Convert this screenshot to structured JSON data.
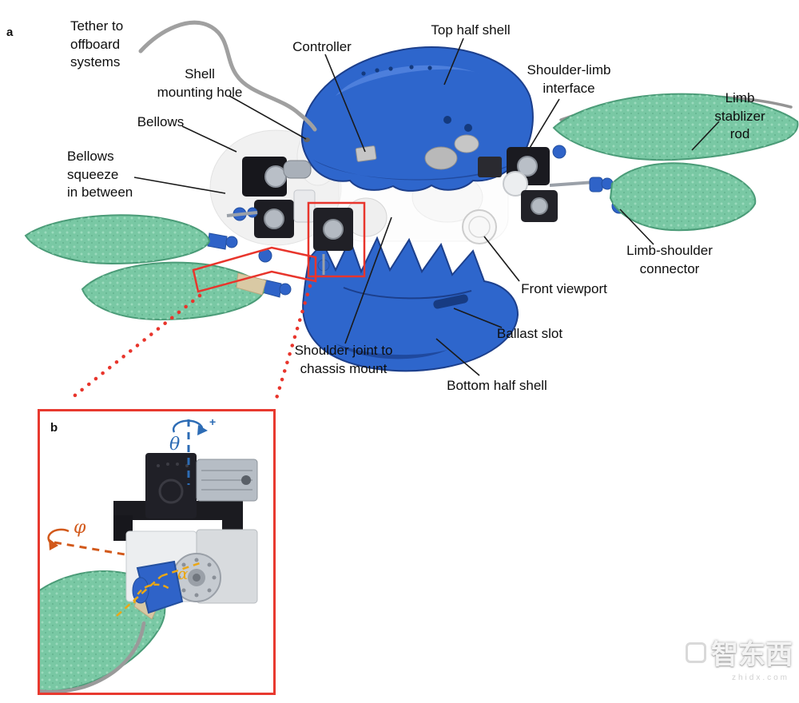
{
  "figure": {
    "panel_a": "a",
    "panel_b": "b"
  },
  "labels": {
    "tether": "Tether to\noffboard\nsystems",
    "shell_mounting_hole": "Shell\nmounting hole",
    "controller": "Controller",
    "top_half_shell": "Top half shell",
    "shoulder_limb_interface": "Shoulder-limb\ninterface",
    "limb_stablizer_rod": "Limb stablizer\nrod",
    "bellows": "Bellows",
    "bellows_squeeze": "Bellows\nsqueeze\nin between",
    "limb_shoulder_connector": "Limb-shoulder\nconnector",
    "front_viewport": "Front viewport",
    "ballast_slot": "Ballast slot",
    "shoulder_joint_mount": "Shoulder joint to\nchassis mount",
    "bottom_half_shell": "Bottom half shell"
  },
  "axes": {
    "theta": "θ",
    "theta_sign": "+",
    "phi": "φ",
    "alpha": "α"
  },
  "watermark": {
    "text": "智东西",
    "sub": "zhidx.com"
  },
  "colors": {
    "shell_blue": "#2e66cc",
    "shell_blue_dark": "#1c3f8c",
    "flipper_green": "#79c8a4",
    "annotation_red": "#e8352c",
    "theta_blue": "#2d6cb5",
    "phi_orange": "#d2591b",
    "alpha_yellow": "#eba715"
  }
}
